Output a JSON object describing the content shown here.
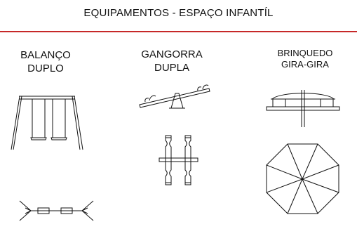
{
  "header": {
    "title": "EQUIPAMENTOS - ESPAÇO INFANTÍL",
    "rule_color": "#c62828"
  },
  "items": [
    {
      "label_line1": "BALANÇO",
      "label_line2": "DUPLO"
    },
    {
      "label_line1": "GANGORRA",
      "label_line2": "DUPLA"
    },
    {
      "label_line1": "BRINQUEDO",
      "label_line2": "GIRA-GIRA"
    }
  ]
}
